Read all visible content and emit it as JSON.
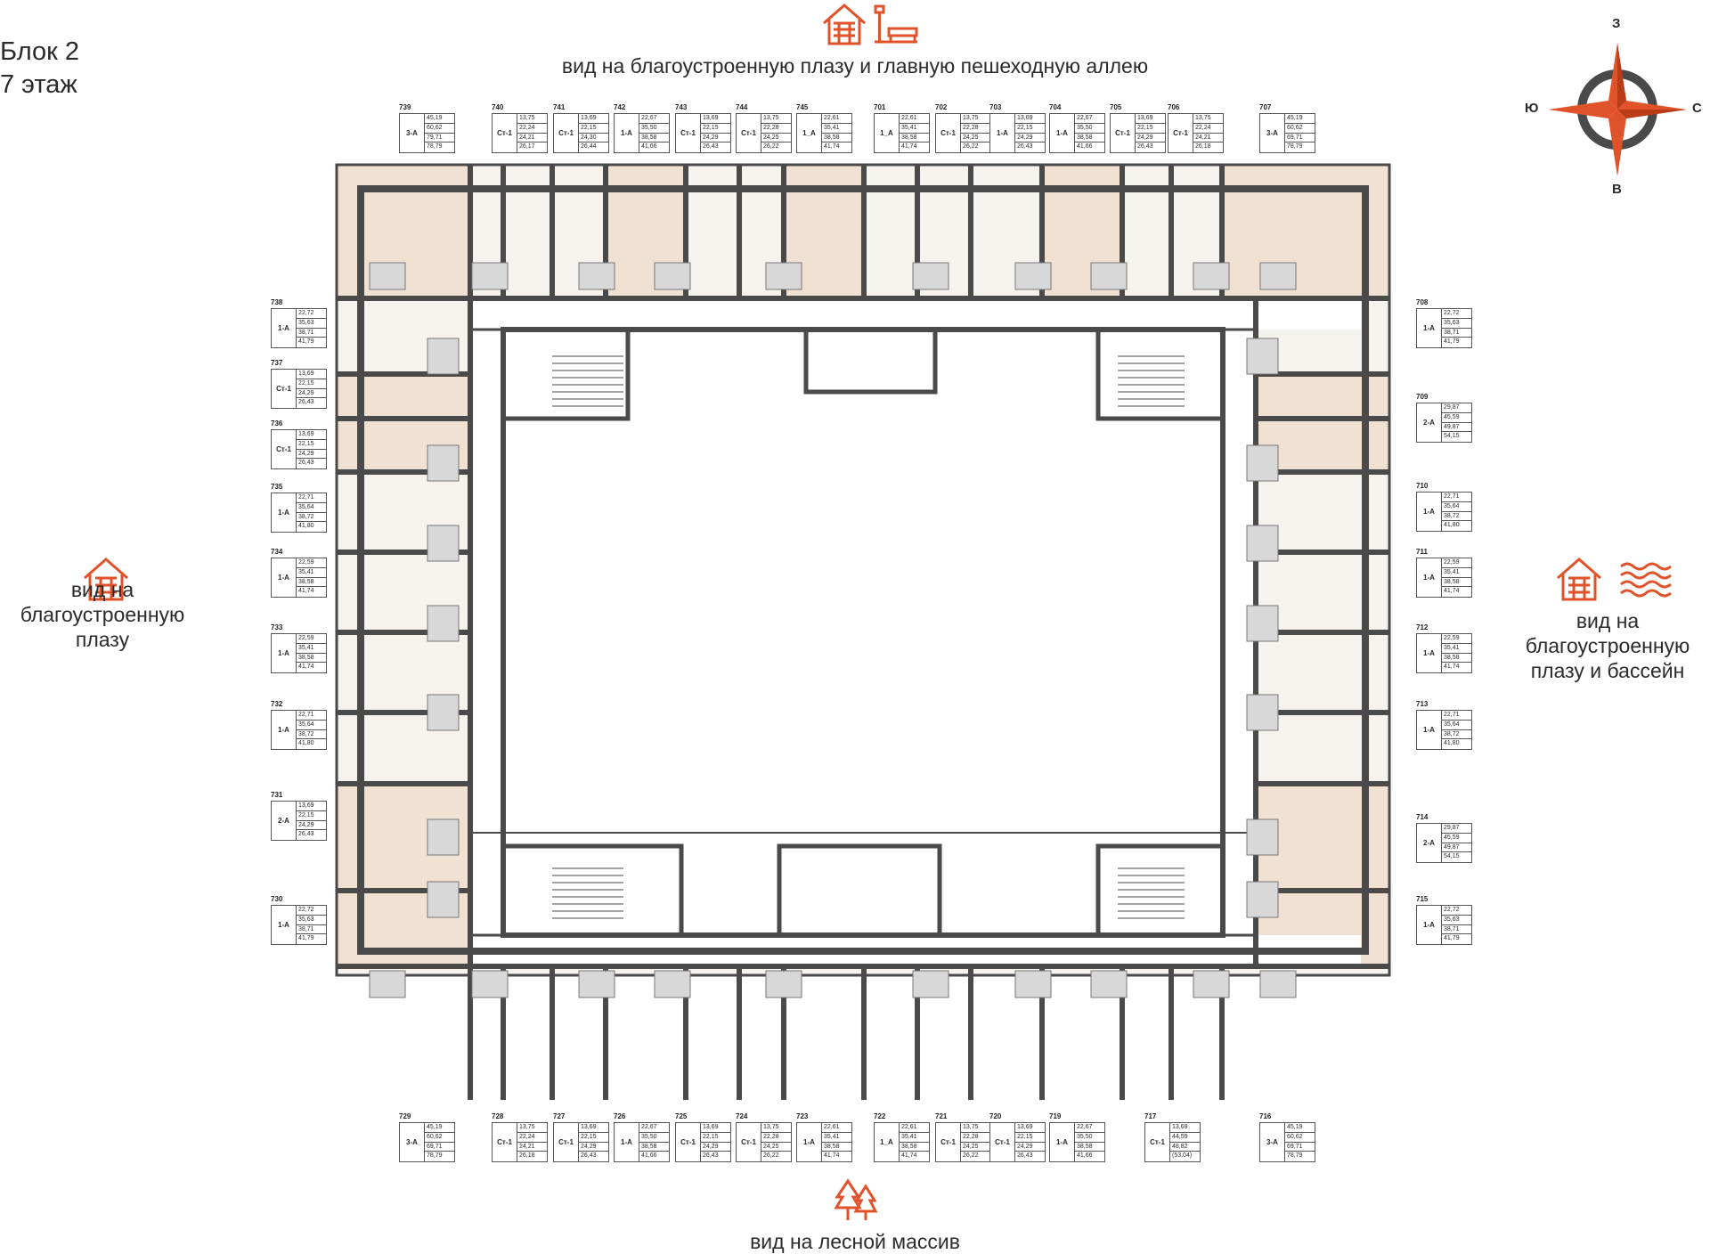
{
  "header": {
    "block": "Блок 2",
    "floor": "7 этаж"
  },
  "views": {
    "top": "вид на благоустроенную плазу и главную пешеходную аллею",
    "bottom": "вид на лесной массив",
    "left": [
      "вид на",
      "благоустроенную",
      "плазу"
    ],
    "right": [
      "вид на",
      "благоустроенную",
      "плазу и бассейн"
    ]
  },
  "compass": {
    "north": "З",
    "south": "В",
    "west": "Ю",
    "east": "С"
  },
  "colors": {
    "accent": "#e0532a",
    "wall": "#4a4a4a",
    "beige": "#f0e1d2",
    "light": "#f6f3ef",
    "wet": "#d8d8d8"
  },
  "icons": {
    "top": [
      "house-icon",
      "bench-lamp-icon"
    ],
    "left": [
      "house-icon"
    ],
    "right": [
      "house-icon",
      "water-waves-icon"
    ],
    "bottom": [
      "forest-trees-icon"
    ],
    "compass": "compass-rose-icon"
  },
  "apartments": {
    "top": [
      {
        "num": "739",
        "type": "3-А",
        "areas": [
          "45,19",
          "60,62",
          "79,71",
          "78,79"
        ]
      },
      {
        "num": "740",
        "type": "Ст-1",
        "areas": [
          "13,75",
          "22,24",
          "24,21",
          "26,17"
        ]
      },
      {
        "num": "741",
        "type": "Ст-1",
        "areas": [
          "13,69",
          "22,15",
          "24,30",
          "26,44"
        ]
      },
      {
        "num": "742",
        "type": "1-А",
        "areas": [
          "22,67",
          "35,50",
          "38,58",
          "41,66"
        ]
      },
      {
        "num": "743",
        "type": "Ст-1",
        "areas": [
          "13,69",
          "22,15",
          "24,29",
          "26,43"
        ]
      },
      {
        "num": "744",
        "type": "Ст-1",
        "areas": [
          "13,75",
          "22,28",
          "24,25",
          "26,22"
        ]
      },
      {
        "num": "745",
        "type": "1_А",
        "areas": [
          "22,61",
          "35,41",
          "38,58",
          "41,74"
        ]
      },
      {
        "num": "701",
        "type": "1_А",
        "areas": [
          "22,61",
          "35,41",
          "38,58",
          "41,74"
        ]
      },
      {
        "num": "702",
        "type": "Ст-1",
        "areas": [
          "13,75",
          "22,28",
          "24,25",
          "26,22"
        ]
      },
      {
        "num": "703",
        "type": "1-А",
        "areas": [
          "13,69",
          "22,15",
          "24,29",
          "26,43"
        ]
      },
      {
        "num": "704",
        "type": "1-А",
        "areas": [
          "22,67",
          "35,50",
          "38,58",
          "41,66"
        ]
      },
      {
        "num": "705",
        "type": "Ст-1",
        "areas": [
          "13,69",
          "22,15",
          "24,29",
          "26,43"
        ]
      },
      {
        "num": "706",
        "type": "Ст-1",
        "areas": [
          "13,75",
          "22,24",
          "24,21",
          "26,18"
        ]
      },
      {
        "num": "707",
        "type": "3-А",
        "areas": [
          "45,19",
          "60,62",
          "69,71",
          "78,79"
        ]
      }
    ],
    "left": [
      {
        "num": "738",
        "type": "1-А",
        "areas": [
          "22,72",
          "35,63",
          "38,71",
          "41,79"
        ]
      },
      {
        "num": "737",
        "type": "Ст-1",
        "areas": [
          "13,69",
          "22,15",
          "24,29",
          "26,43"
        ]
      },
      {
        "num": "736",
        "type": "Ст-1",
        "areas": [
          "13,69",
          "22,15",
          "24,29",
          "26,43"
        ]
      },
      {
        "num": "735",
        "type": "1-А",
        "areas": [
          "22,71",
          "35,64",
          "38,72",
          "41,80"
        ]
      },
      {
        "num": "734",
        "type": "1-А",
        "areas": [
          "22,59",
          "35,41",
          "38,58",
          "41,74"
        ]
      },
      {
        "num": "733",
        "type": "1-А",
        "areas": [
          "22,59",
          "35,41",
          "38,58",
          "41,74"
        ]
      },
      {
        "num": "732",
        "type": "1-А",
        "areas": [
          "22,71",
          "35,64",
          "38,72",
          "41,80"
        ]
      },
      {
        "num": "731",
        "type": "2-А",
        "areas": [
          "13,69",
          "22,15",
          "24,29",
          "26,43"
        ]
      },
      {
        "num": "730",
        "type": "1-А",
        "areas": [
          "22,72",
          "35,63",
          "38,71",
          "41,79"
        ]
      }
    ],
    "right": [
      {
        "num": "708",
        "type": "1-А",
        "areas": [
          "22,72",
          "35,63",
          "38,71",
          "41,79"
        ]
      },
      {
        "num": "709",
        "type": "2-А",
        "areas": [
          "29,87",
          "45,59",
          "49,87",
          "54,15"
        ]
      },
      {
        "num": "710",
        "type": "1-А",
        "areas": [
          "22,71",
          "35,64",
          "38,72",
          "41,80"
        ]
      },
      {
        "num": "711",
        "type": "1-А",
        "areas": [
          "22,59",
          "35,41",
          "38,58",
          "41,74"
        ]
      },
      {
        "num": "712",
        "type": "1-А",
        "areas": [
          "22,59",
          "35,41",
          "38,58",
          "41,74"
        ]
      },
      {
        "num": "713",
        "type": "1-А",
        "areas": [
          "22,71",
          "35,64",
          "38,72",
          "41,80"
        ]
      },
      {
        "num": "714",
        "type": "2-А",
        "areas": [
          "29,87",
          "45,59",
          "49,87",
          "54,15"
        ]
      },
      {
        "num": "715",
        "type": "1-А",
        "areas": [
          "22,72",
          "35,63",
          "38,71",
          "41,79"
        ]
      }
    ],
    "bottom": [
      {
        "num": "729",
        "type": "3-А",
        "areas": [
          "45,19",
          "60,62",
          "69,71",
          "78,79"
        ]
      },
      {
        "num": "728",
        "type": "Ст-1",
        "areas": [
          "13,75",
          "22,24",
          "24,21",
          "26,18"
        ]
      },
      {
        "num": "727",
        "type": "Ст-1",
        "areas": [
          "13,69",
          "22,15",
          "24,29",
          "26,43"
        ]
      },
      {
        "num": "726",
        "type": "1-А",
        "areas": [
          "22,67",
          "35,50",
          "38,58",
          "41,66"
        ]
      },
      {
        "num": "725",
        "type": "Ст-1",
        "areas": [
          "13,69",
          "22,15",
          "24,29",
          "26,43"
        ]
      },
      {
        "num": "724",
        "type": "Ст-1",
        "areas": [
          "13,75",
          "22,28",
          "24,25",
          "26,22"
        ]
      },
      {
        "num": "723",
        "type": "1-А",
        "areas": [
          "22,61",
          "35,41",
          "38,58",
          "41,74"
        ]
      },
      {
        "num": "722",
        "type": "1_А",
        "areas": [
          "22,61",
          "35,41",
          "38,58",
          "41,74"
        ]
      },
      {
        "num": "721",
        "type": "Ст-1",
        "areas": [
          "13,75",
          "22,28",
          "24,25",
          "26,22"
        ]
      },
      {
        "num": "720",
        "type": "Ст-1",
        "areas": [
          "13,69",
          "22,15",
          "24,29",
          "26,43"
        ]
      },
      {
        "num": "719",
        "type": "1-А",
        "areas": [
          "22,67",
          "35,50",
          "38,58",
          "41,66"
        ]
      },
      {
        "num": "717",
        "type": "Ст-1",
        "areas": [
          "13,69",
          "44,59",
          "48,82",
          "(53,04)"
        ]
      },
      {
        "num": "716",
        "type": "3-А",
        "areas": [
          "45,19",
          "60,62",
          "69,71",
          "78,79"
        ]
      }
    ]
  }
}
